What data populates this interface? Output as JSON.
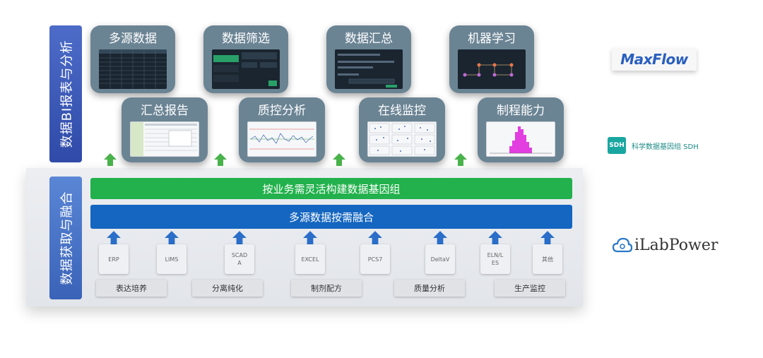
{
  "colors": {
    "blue_bar": "#3d59b6",
    "green_band": "#22b14c",
    "blue_band": "#1466c0",
    "card": "#6b8494",
    "arrow_green": "#49b24b",
    "arrow_blue": "#2a6ec9"
  },
  "top_section": {
    "label": "数据BI报表与分析",
    "row1": [
      "多源数据",
      "数据筛选",
      "数据汇总",
      "机器学习"
    ],
    "row2": [
      "汇总报告",
      "质控分析",
      "在线监控",
      "制程能力"
    ]
  },
  "bottom_section": {
    "label": "数据获取与融合",
    "green_band": "按业务需灵活构建数据基因组",
    "blue_band": "多源数据按需融合",
    "sources": [
      [
        "ERP"
      ],
      [
        "LIMS"
      ],
      [
        "SCAD",
        "A"
      ],
      [
        "EXCEL"
      ],
      [
        "PCS7"
      ],
      [
        "DeltaV"
      ],
      [
        "ELN/L",
        "ES"
      ],
      [
        "其他"
      ]
    ],
    "scenarios": [
      "表达培养",
      "分离纯化",
      "制剂配方",
      "质量分析",
      "生产监控"
    ]
  },
  "logos": {
    "maxflow": "MaxFlow",
    "sdh_icon": "SDH",
    "sdh_text": "科学数据基因组 SDH",
    "ilab": "iLabPower"
  }
}
